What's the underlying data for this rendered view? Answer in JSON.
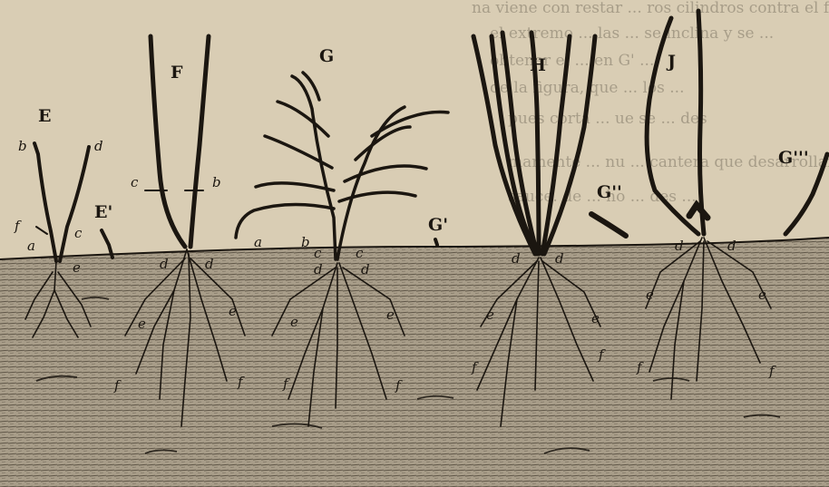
{
  "bleed_through": [
    "na viene con restar ... ros cilindros contra el fondo",
    "el extremo ... las ... se inclina y se ...",
    "obtener el ... en G' ...",
    "de la figura, que ... los ...",
    "pues corta ... ue se ... des",
    "mamente ... nu ... cantera que desarrollan",
    "sauce. de ... ho ... des ..."
  ],
  "figures": [
    {
      "id": "E",
      "label": "E"
    },
    {
      "id": "E-prime",
      "label": "E'"
    },
    {
      "id": "F",
      "label": "F"
    },
    {
      "id": "G",
      "label": "G"
    },
    {
      "id": "G-prime",
      "label": "G'"
    },
    {
      "id": "H",
      "label": "H"
    },
    {
      "id": "G-double",
      "label": "G''"
    },
    {
      "id": "J",
      "label": "J"
    },
    {
      "id": "G-triple",
      "label": "G'''"
    }
  ],
  "letters": {
    "a": "a",
    "b": "b",
    "c": "c",
    "d": "d",
    "e": "e",
    "f": "f"
  },
  "colors": {
    "paper": "#d9cdb4",
    "ink": "#1b1610",
    "soil": "#a59a86"
  }
}
